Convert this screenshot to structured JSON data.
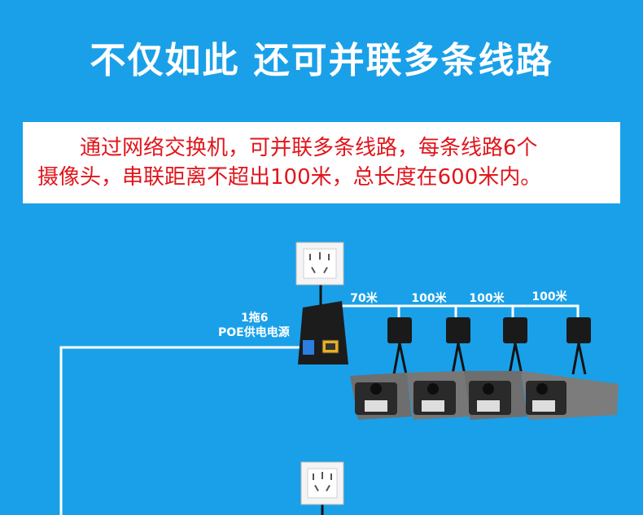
{
  "headline": "不仅如此 还可并联多条线路",
  "description": {
    "line1": "通过网络交换机，可并联多条线路，每条线路6个",
    "line2": "摄像头，串联距离不超出100米，总长度在600米内。"
  },
  "poe_label": {
    "line1": "1拖6",
    "line2": "POE供电电源"
  },
  "segments": [
    "70米",
    "100米",
    "100米",
    "100米"
  ],
  "colors": {
    "background": "#1aa0e8",
    "headline_text": "#ffffff",
    "description_text": "#e0161c",
    "cable": "#ffffff"
  },
  "icons": [
    "wall-socket-icon",
    "poe-adapter-icon",
    "ethernet-port-icon",
    "junction-box-icon",
    "camera-icon"
  ]
}
